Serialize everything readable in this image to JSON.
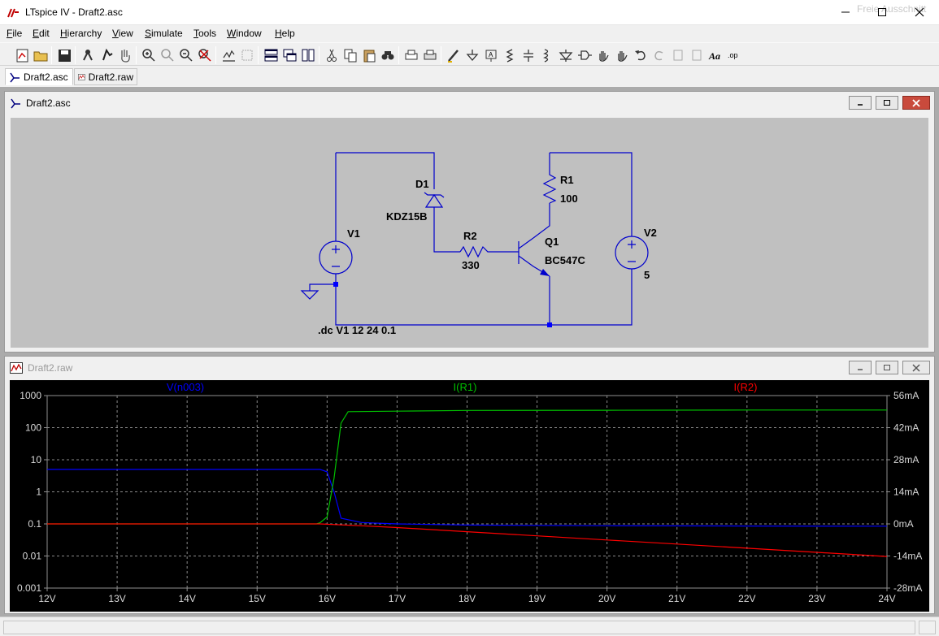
{
  "window": {
    "title": "LTspice IV - Draft2.asc",
    "ghost_text": "Freie Ausschnitt"
  },
  "menu": [
    {
      "label": "File",
      "ul": "F",
      "rest": "ile"
    },
    {
      "label": "Edit",
      "ul": "E",
      "rest": "dit"
    },
    {
      "label": "Hierarchy",
      "ul": "H",
      "rest": "ierarchy"
    },
    {
      "label": "View",
      "ul": "V",
      "rest": "iew"
    },
    {
      "label": "Simulate",
      "ul": "S",
      "rest": "imulate"
    },
    {
      "label": "Tools",
      "ul": "T",
      "rest": "ools"
    },
    {
      "label": "Window",
      "ul": "W",
      "rest": "indow"
    },
    {
      "label": "Help",
      "ul": "H",
      "rest": "elp"
    }
  ],
  "tabs": [
    {
      "label": "Draft2.asc",
      "active": true
    },
    {
      "label": "Draft2.raw",
      "active": false
    }
  ],
  "schematic": {
    "title": "Draft2.asc",
    "bg": "#c0c0c0",
    "wire": "#0000cc",
    "labels": {
      "d1": "D1",
      "d1_model": "KDZ15B",
      "r1": "R1",
      "r1_value": "100",
      "r2": "R2",
      "r2_value": "330",
      "q1": "Q1",
      "q1_model": "BC547C",
      "v1": "V1",
      "v2": "V2",
      "v2_value": "5",
      "directive": ".dc V1 12 24 0.1"
    }
  },
  "waveform": {
    "title": "Draft2.raw",
    "bg": "#000000",
    "traces": [
      {
        "name": "V(n003)",
        "color": "#0000ff"
      },
      {
        "name": "I(R1)",
        "color": "#00c000"
      },
      {
        "name": "I(R2)",
        "color": "#ff0000"
      }
    ],
    "left_ticks": [
      "1000",
      "100",
      "10",
      "1",
      "0.1",
      "0.01",
      "0.001"
    ],
    "right_ticks": [
      "56mA",
      "42mA",
      "28mA",
      "14mA",
      "0mA",
      "-14mA",
      "-28mA"
    ],
    "x_ticks": [
      "12V",
      "13V",
      "14V",
      "15V",
      "16V",
      "17V",
      "18V",
      "19V",
      "20V",
      "21V",
      "22V",
      "23V",
      "24V"
    ]
  },
  "chart_data": {
    "type": "line",
    "x_label_unit": "V",
    "xlim": [
      12,
      24
    ],
    "left_axis": {
      "scale": "log",
      "ylim": [
        0.001,
        1000
      ]
    },
    "right_axis": {
      "scale": "linear",
      "unit": "mA",
      "ylim": [
        -28,
        56
      ]
    },
    "series": [
      {
        "name": "V(n003)",
        "axis": "left",
        "x": [
          12,
          15.9,
          16.0,
          16.1,
          16.2,
          16.5,
          17,
          18,
          20,
          22,
          24
        ],
        "y": [
          5,
          5,
          4.2,
          1.0,
          0.15,
          0.11,
          0.1,
          0.092,
          0.088,
          0.086,
          0.085
        ]
      },
      {
        "name": "I(R1)",
        "axis": "right",
        "x": [
          12,
          15.85,
          15.9,
          16.0,
          16.1,
          16.2,
          16.3,
          17,
          18,
          20,
          22,
          24
        ],
        "y": [
          0,
          0,
          0.5,
          3,
          20,
          44,
          49,
          49.2,
          49.5,
          49.6,
          49.7,
          49.7
        ]
      },
      {
        "name": "I(R2)",
        "axis": "right",
        "x": [
          12,
          15.9,
          16.5,
          17,
          18,
          19,
          20,
          21,
          22,
          23,
          24
        ],
        "y": [
          0,
          0,
          -0.8,
          -1.6,
          -3.4,
          -5.2,
          -7.0,
          -8.8,
          -10.6,
          -12.4,
          -14.2
        ]
      }
    ]
  }
}
